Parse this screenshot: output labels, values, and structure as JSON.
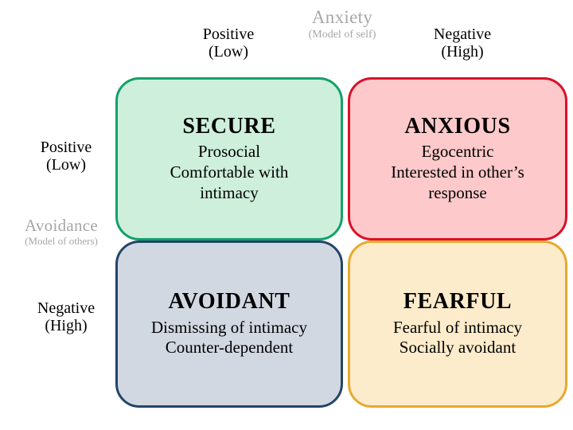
{
  "diagram": {
    "axes": {
      "horizontal": {
        "title": "Anxiety",
        "subtitle": "(Model of self)",
        "color": "#a6a6a6",
        "low_label": "Positive",
        "low_sublabel": "(Low)",
        "high_label": "Negative",
        "high_sublabel": "(High)"
      },
      "vertical": {
        "title": "Avoidance",
        "subtitle": "(Model of others)",
        "color": "#a6a6a6",
        "low_label": "Positive",
        "low_sublabel": "(Low)",
        "high_label": "Negative",
        "high_sublabel": "(High)"
      }
    },
    "quadrants": [
      {
        "id": "secure",
        "title": "SECURE",
        "description": "Prosocial\nComfortable with\nintimacy",
        "desc_line1": "Prosocial",
        "desc_line2": "Comfortable with",
        "desc_line3": "intimacy",
        "fill": "#cdefdb",
        "border": "#14a06a",
        "position": "top-left",
        "anxiety": "Positive (Low)",
        "avoidance": "Positive (Low)"
      },
      {
        "id": "anxious",
        "title": "ANXIOUS",
        "description": "Egocentric\nInterested in other’s\nresponse",
        "desc_line1": "Egocentric",
        "desc_line2": "Interested in other’s",
        "desc_line3": "response",
        "fill": "#fdc9ca",
        "border": "#d9102a",
        "position": "top-right",
        "anxiety": "Negative (High)",
        "avoidance": "Positive (Low)"
      },
      {
        "id": "avoidant",
        "title": "AVOIDANT",
        "description": "Dismissing of intimacy\nCounter-dependent",
        "desc_line1": "Dismissing of intimacy",
        "desc_line2": "Counter-dependent",
        "desc_line3": "",
        "fill": "#d2d8e2",
        "border": "#234567",
        "position": "bottom-left",
        "anxiety": "Positive (Low)",
        "avoidance": "Negative (High)"
      },
      {
        "id": "fearful",
        "title": "FEARFUL",
        "description": "Fearful of intimacy\nSocially avoidant",
        "desc_line1": "Fearful of intimacy",
        "desc_line2": "Socially avoidant",
        "desc_line3": "",
        "fill": "#fdeccb",
        "border": "#e8a92e",
        "position": "bottom-right",
        "anxiety": "Negative (High)",
        "avoidance": "Negative (High)"
      }
    ]
  }
}
